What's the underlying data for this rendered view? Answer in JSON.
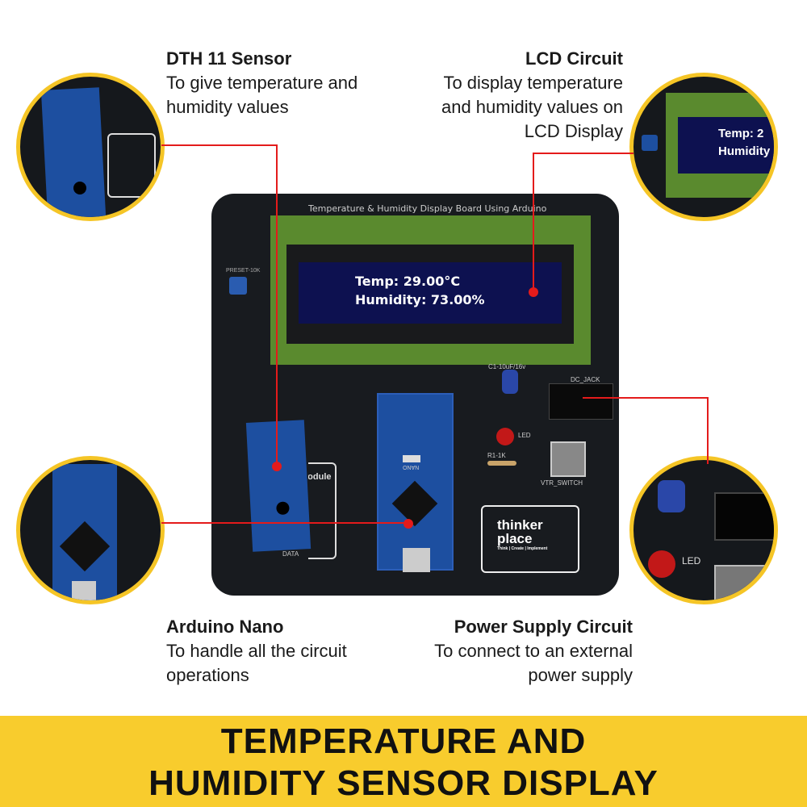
{
  "annotations": {
    "dth": {
      "title": "DTH 11 Sensor",
      "line1": "To give temperature and",
      "line2": "humidity values"
    },
    "lcd": {
      "title": "LCD Circuit",
      "line1": "To display temperature",
      "line2": "and humidity values on",
      "line3": "LCD Display"
    },
    "arduino": {
      "title": "Arduino Nano",
      "line1": "To handle all the circuit",
      "line2": "operations"
    },
    "power": {
      "title": "Power Supply Circuit",
      "line1": "To connect to an external",
      "line2": "power supply"
    }
  },
  "board": {
    "title": "Temperature & Humidity  Display Board Using Arduino",
    "lcd_line1": "Temp:  29.00°C",
    "lcd_line2": "Humidity:   73.00%",
    "preset": "PRESET-10K",
    "capacitor": "C1-10uF/16v",
    "dc_jack": "DC_JACK",
    "led": "LED",
    "resistor": "R1-1K",
    "switch": "VTR_SWITCH",
    "module": "Module",
    "data": "DATA",
    "nano": "NANO",
    "logo_line1": "thinker",
    "logo_line2": "place",
    "logo_tag": "Think | Create | Implement"
  },
  "banner": {
    "line1": "TEMPERATURE AND",
    "line2": "HUMIDITY SENSOR DISPLAY"
  },
  "colors": {
    "accent_yellow": "#f8cc2d",
    "line_red": "#e41b1b",
    "board": "#181b1f",
    "lcd": "#0d1150",
    "pcb_green": "#5a8a2e",
    "module_blue": "#1d4fa0"
  }
}
